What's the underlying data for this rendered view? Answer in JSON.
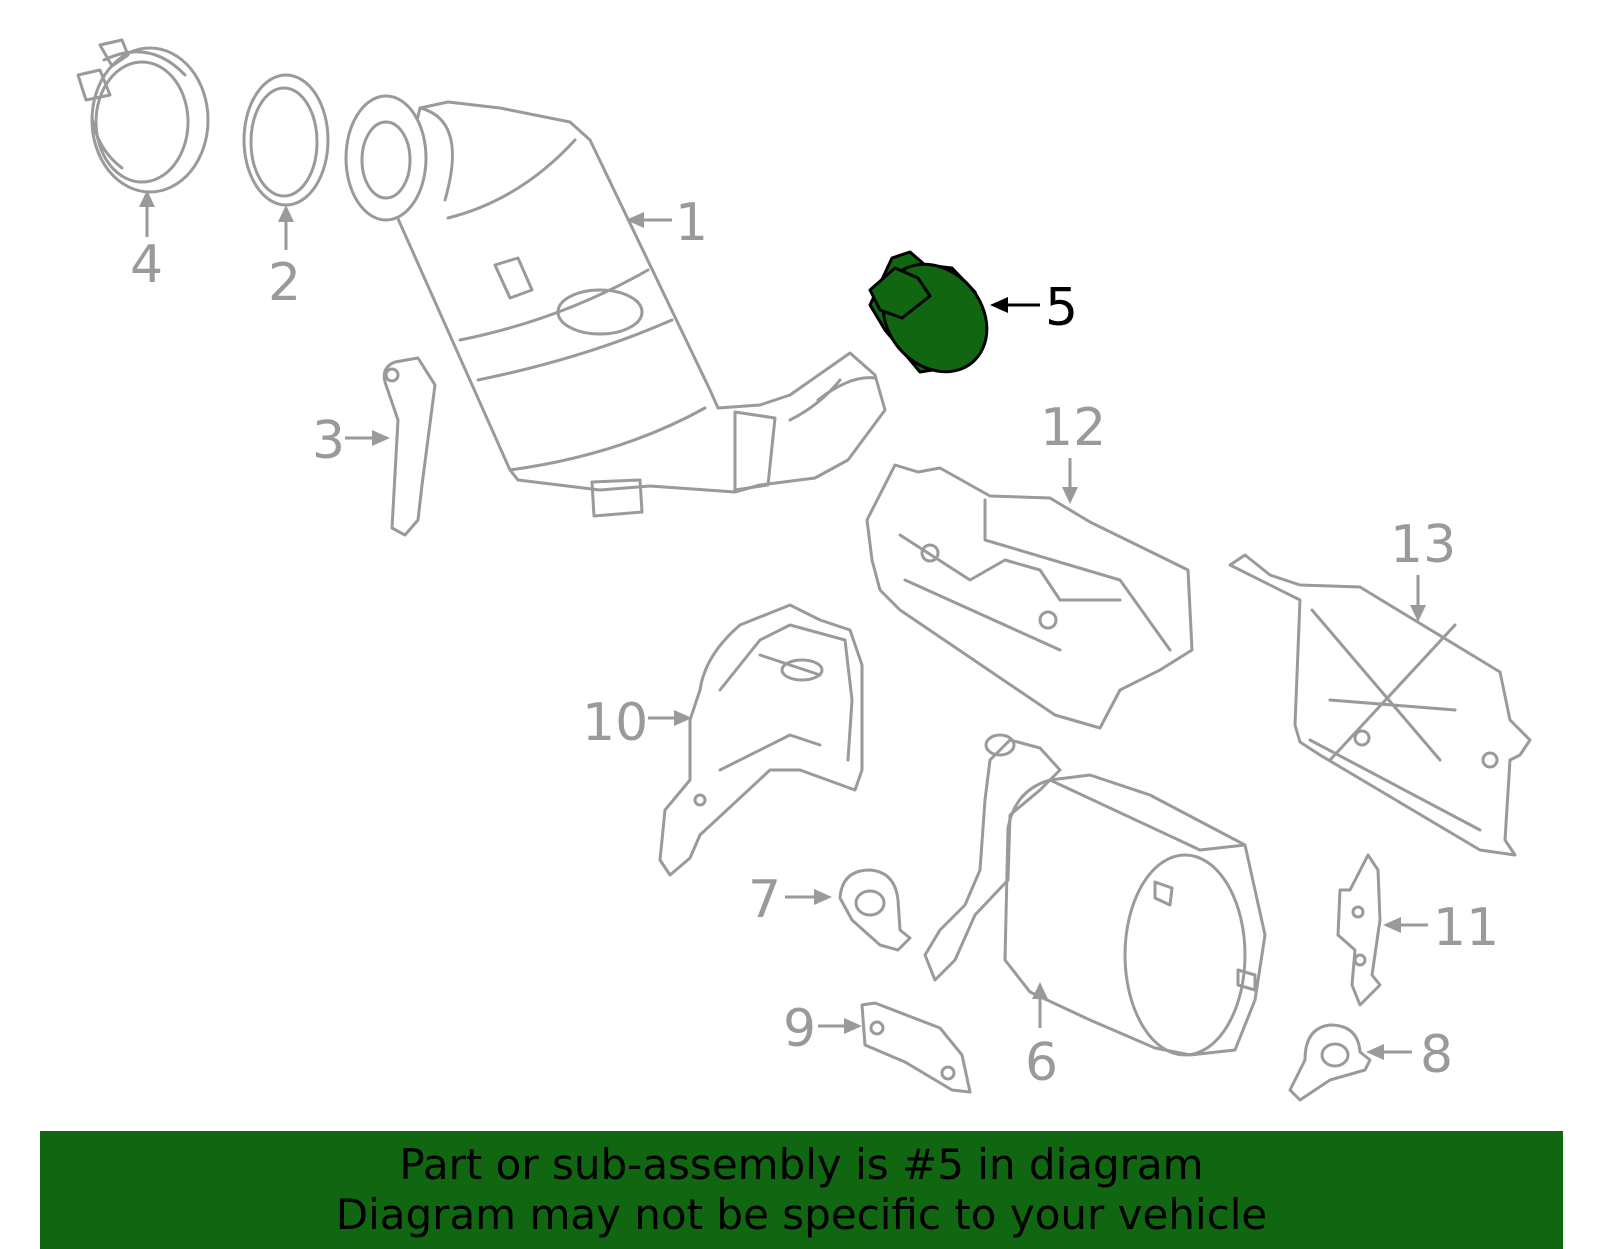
{
  "diagram": {
    "highlight_color": "#116611",
    "callouts": [
      {
        "id": "1",
        "label": "1",
        "part": "catalytic-converter",
        "highlighted": false
      },
      {
        "id": "2",
        "label": "2",
        "part": "gasket",
        "highlighted": false
      },
      {
        "id": "3",
        "label": "3",
        "part": "bracket",
        "highlighted": false
      },
      {
        "id": "4",
        "label": "4",
        "part": "clamp",
        "highlighted": false
      },
      {
        "id": "5",
        "label": "5",
        "part": "clamp",
        "highlighted": true
      },
      {
        "id": "6",
        "label": "6",
        "part": "muffler",
        "highlighted": false
      },
      {
        "id": "7",
        "label": "7",
        "part": "hanger",
        "highlighted": false
      },
      {
        "id": "8",
        "label": "8",
        "part": "hanger",
        "highlighted": false
      },
      {
        "id": "9",
        "label": "9",
        "part": "bracket",
        "highlighted": false
      },
      {
        "id": "10",
        "label": "10",
        "part": "heat-shield",
        "highlighted": false
      },
      {
        "id": "11",
        "label": "11",
        "part": "bracket",
        "highlighted": false
      },
      {
        "id": "12",
        "label": "12",
        "part": "heat-shield",
        "highlighted": false
      },
      {
        "id": "13",
        "label": "13",
        "part": "heat-shield",
        "highlighted": false
      }
    ]
  },
  "banner": {
    "line1": "Part or sub-assembly is #5 in diagram",
    "line2": "Diagram may not be specific to your vehicle",
    "background": "#116611"
  }
}
